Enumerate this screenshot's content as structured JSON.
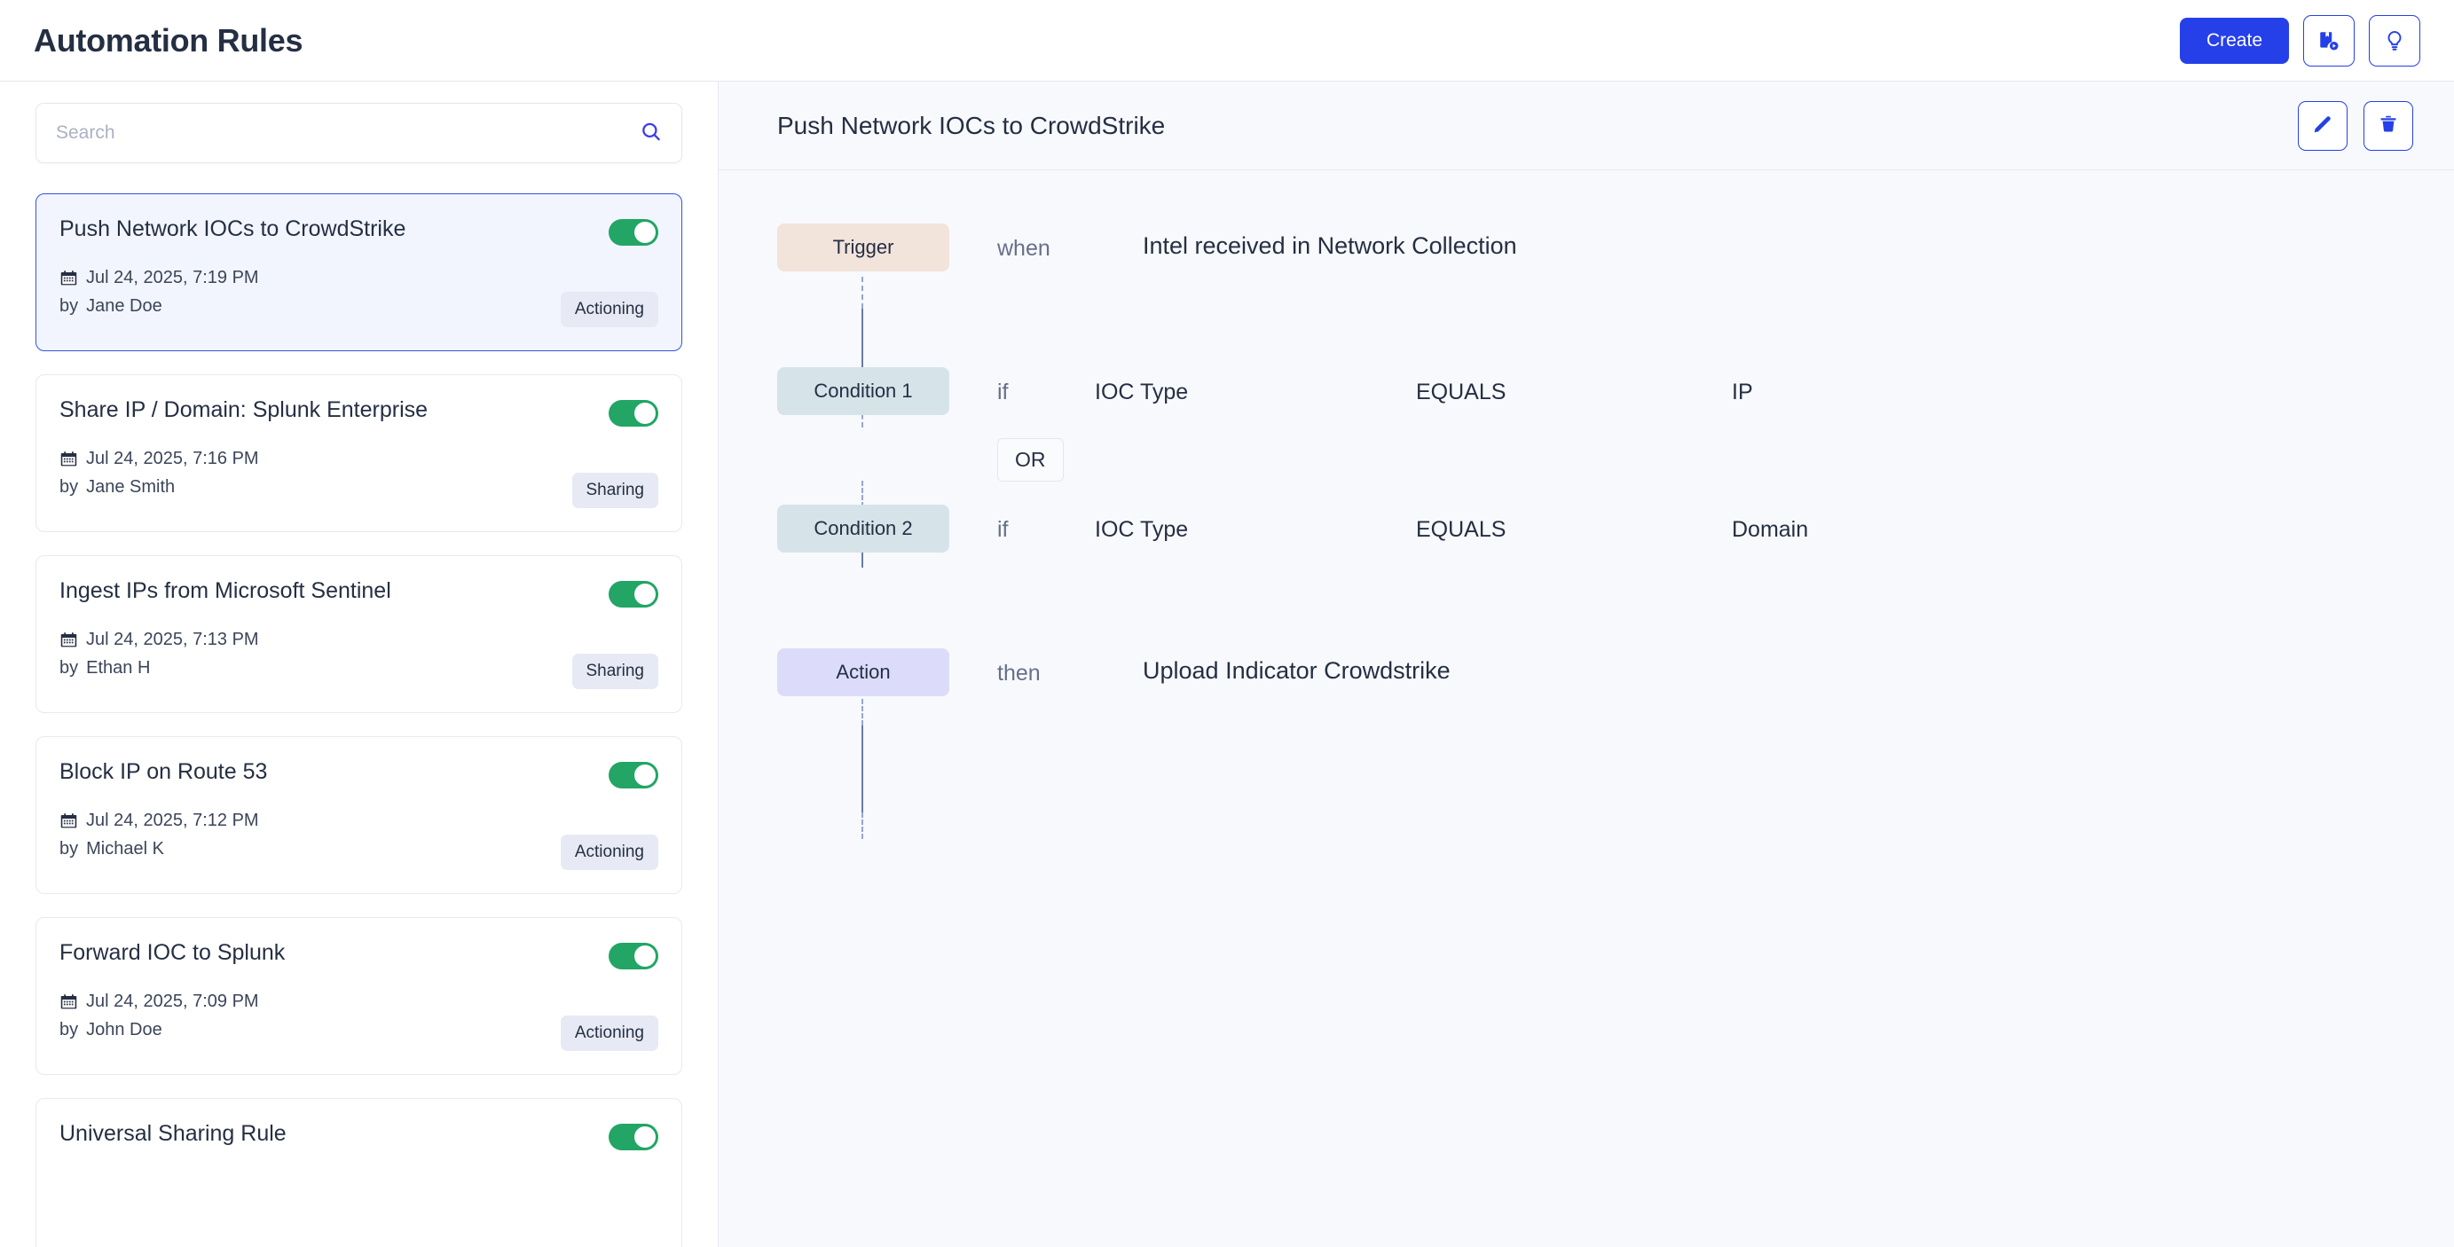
{
  "header": {
    "title": "Automation Rules",
    "create_label": "Create",
    "tutorial_icon": "video-guide-icon",
    "tips_icon": "lightbulb-icon"
  },
  "sidebar": {
    "search": {
      "placeholder": "Search",
      "value": "",
      "icon": "search-icon"
    },
    "rules": [
      {
        "name": "Push Network IOCs to CrowdStrike",
        "date": "Jul 24, 2025, 7:19 PM",
        "by_prefix": "by",
        "author": "Jane Doe",
        "status": "Actioning",
        "enabled": true,
        "selected": true
      },
      {
        "name": "Share IP / Domain: Splunk Enterprise",
        "date": "Jul 24, 2025, 7:16 PM",
        "by_prefix": "by",
        "author": "Jane Smith",
        "status": "Sharing",
        "enabled": true,
        "selected": false
      },
      {
        "name": "Ingest IPs from Microsoft Sentinel",
        "date": "Jul 24, 2025, 7:13 PM",
        "by_prefix": "by",
        "author": "Ethan H",
        "status": "Sharing",
        "enabled": true,
        "selected": false
      },
      {
        "name": "Block IP on Route 53",
        "date": "Jul 24, 2025, 7:12 PM",
        "by_prefix": "by",
        "author": "Michael K",
        "status": "Actioning",
        "enabled": true,
        "selected": false
      },
      {
        "name": "Forward IOC to Splunk",
        "date": "Jul 24, 2025, 7:09 PM",
        "by_prefix": "by",
        "author": "John Doe",
        "status": "Actioning",
        "enabled": true,
        "selected": false
      },
      {
        "name": "Universal Sharing Rule",
        "date": "",
        "by_prefix": "by",
        "author": "",
        "status": "",
        "enabled": true,
        "selected": false
      }
    ]
  },
  "detail": {
    "title": "Push Network IOCs to CrowdStrike",
    "edit_icon": "pencil-icon",
    "delete_icon": "trash-icon",
    "flow": {
      "trigger": {
        "badge": "Trigger",
        "keyword": "when",
        "text": "Intel received in Network Collection"
      },
      "conditions": [
        {
          "badge": "Condition 1",
          "keyword": "if",
          "field": "IOC Type",
          "operator": "EQUALS",
          "value": "IP"
        },
        {
          "badge": "Condition 2",
          "keyword": "if",
          "field": "IOC Type",
          "operator": "EQUALS",
          "value": "Domain"
        }
      ],
      "joiner": "OR",
      "action": {
        "badge": "Action",
        "keyword": "then",
        "text": "Upload Indicator Crowdstrike"
      }
    }
  },
  "colors": {
    "accent": "#2540e8",
    "toggle_on": "#22a565",
    "trigger_badge": "#f2e3db",
    "condition_badge": "#d6e4ea",
    "action_badge": "#dcdcfa",
    "status_badge": "#e7eaf4",
    "selected_card": "#f2f5fd"
  }
}
